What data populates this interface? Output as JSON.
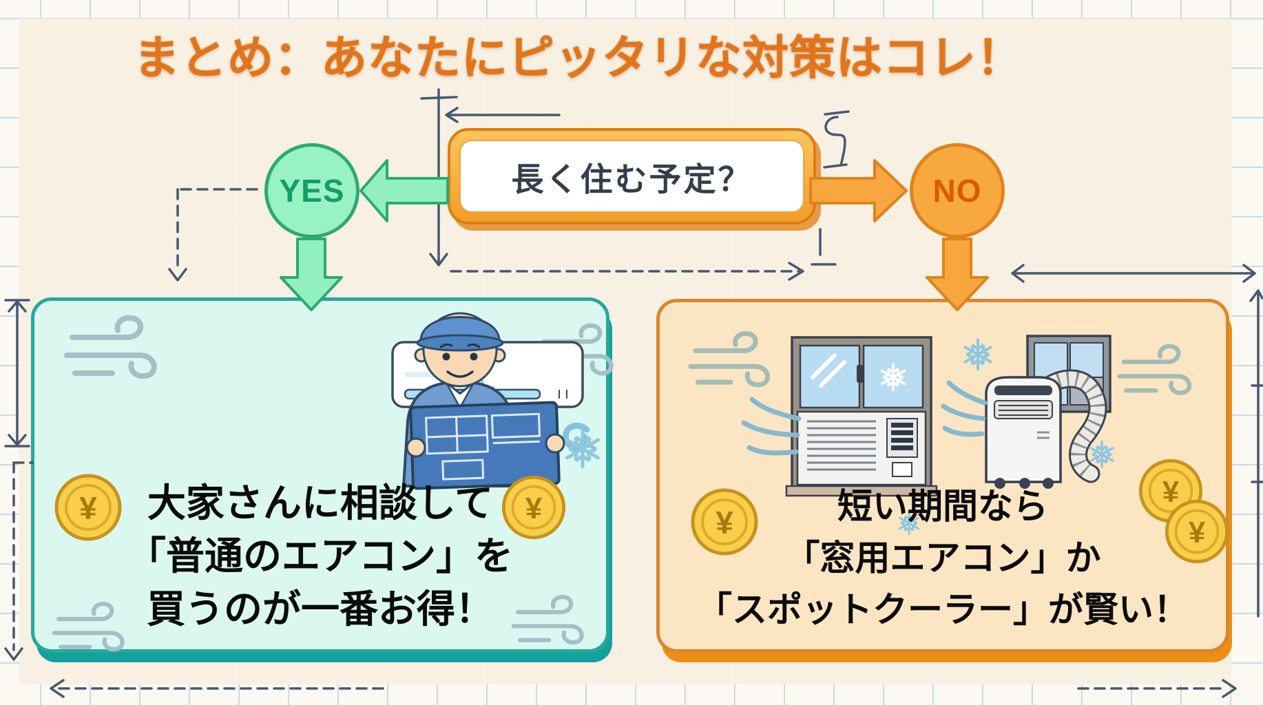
{
  "title": "まとめ：あなたにピッタリな対策はコレ！",
  "flowchart": {
    "question": "長く住む予定？",
    "yes": {
      "label": "YES",
      "result_lines": [
        "大家さんに相談して",
        "「普通のエアコン」を",
        "買うのが一番お得！"
      ]
    },
    "no": {
      "label": "NO",
      "result_lines": [
        "短い期間なら",
        "「窓用エアコン」か",
        "「スポットクーラー」が賢い！"
      ]
    }
  },
  "decor": {
    "coin_symbol": "¥",
    "colors": {
      "title": "#e0751b",
      "yes_fill": "#99f2c5",
      "yes_border": "#2da973",
      "no_fill": "#f7a93f",
      "no_border": "#df831c",
      "left_box_fill": "#dbf8f0",
      "left_box_border": "#28a89b",
      "right_box_fill": "#fbe5c3",
      "right_box_border": "#d8882a",
      "annotation_blue": "#47586f",
      "coin_gold": "#f8ce4a",
      "background_cream": "#f7f0e2"
    }
  }
}
